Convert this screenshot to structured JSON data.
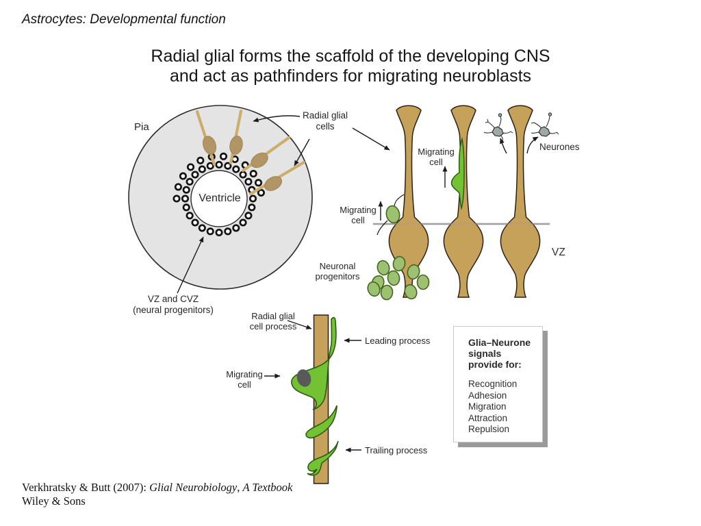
{
  "slide": {
    "title": "Astrocytes: Developmental function",
    "heading": "Radial glial forms the scaffold of the developing CNS\nand act as pathfinders for migrating neuroblasts",
    "citation": {
      "prefix": "Verkhratsky & Butt (2007): ",
      "work_italic": "Glial Neurobiology",
      "separator": ", ",
      "subtitle_italic": "A Textbook",
      "line2": "Wiley & Sons"
    }
  },
  "cross_section": {
    "pia_label": "Pia",
    "ventricle_label": "Ventricle",
    "radial_glial_cells_label": "Radial glial\ncells",
    "vz_cvz_label": "VZ and CVZ\n(neural progenitors)"
  },
  "migration_panel": {
    "migrating_cell_left_label": "Migrating\ncell",
    "migrating_cell_mid_label": "Migrating\ncell",
    "neurones_label": "Neurones",
    "vz_label": "VZ",
    "neuronal_progenitors_label": "Neuronal\nprogenitors"
  },
  "locomotion_panel": {
    "radial_glial_cell_process_label": "Radial glial\ncell process",
    "leading_process_label": "Leading process",
    "migrating_cell_label": "Migrating\ncell",
    "trailing_process_label": "Trailing process"
  },
  "signals_box": {
    "heading": "Glia–Neurone\nsignals\nprovide for:",
    "items": [
      "Recognition",
      "Adhesion",
      "Migration",
      "Attraction",
      "Repulsion"
    ]
  },
  "colors": {
    "tan": "#C6A159",
    "tan_outline": "#2A2014",
    "tan_process": "#CBAE6C",
    "tan_body": "#B19565",
    "green_bright": "#72C233",
    "green_bright_outline": "#2B5B11",
    "green_muted": "#9CC271",
    "green_muted_outline": "#44651F",
    "section_fill": "#E4E4E4",
    "ink": "#1A1A1A",
    "rule_gray": "#A0A0A0",
    "shadow_gray": "#9A9A9A",
    "neuron_gray": "#9FA8A6",
    "nucleus_gray": "#595959"
  }
}
